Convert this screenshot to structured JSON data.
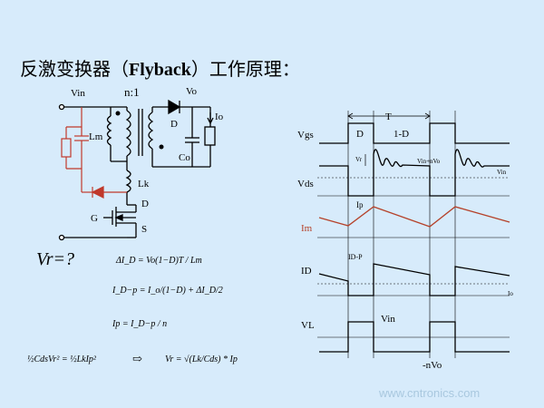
{
  "title": {
    "prefix": "反激变换器（",
    "bold": "Flyback",
    "suffix": "）工作原理："
  },
  "circuit": {
    "vin": "Vin",
    "ratio": "n:1",
    "vo": "Vo",
    "io": "Io",
    "lm": "Lm",
    "d": "D",
    "co": "Co",
    "lk": "Lk",
    "mos_d": "D",
    "mos_g": "G",
    "mos_s": "S"
  },
  "waveforms": {
    "period": "T",
    "duty": "D",
    "duty_complement": "1-D",
    "vgs": "Vgs",
    "vds": "Vds",
    "vr": "Vr",
    "vin_nvo": "Vin+nVo",
    "vin": "Vin",
    "ip": "Ip",
    "im": "Im",
    "id": "ID",
    "idp": "ID-P",
    "io": "Io",
    "vl": "VL",
    "vl_vin": "Vin",
    "vl_nvo": "-nVo"
  },
  "equations": {
    "question": "Vr=?",
    "eq1": "ΔI_D = Vo(1−D)T / Lm",
    "eq2": "I_D−p = I_o/(1−D) + ΔI_D/2",
    "eq3": "Ip = I_D−p / n",
    "eq4_left": "½CdsVr² = ½LkIp²",
    "arrow": "⇨",
    "eq4_right": "Vr = √(Lk/Cds) * Ip"
  },
  "watermark": "www.cntronics.com"
}
